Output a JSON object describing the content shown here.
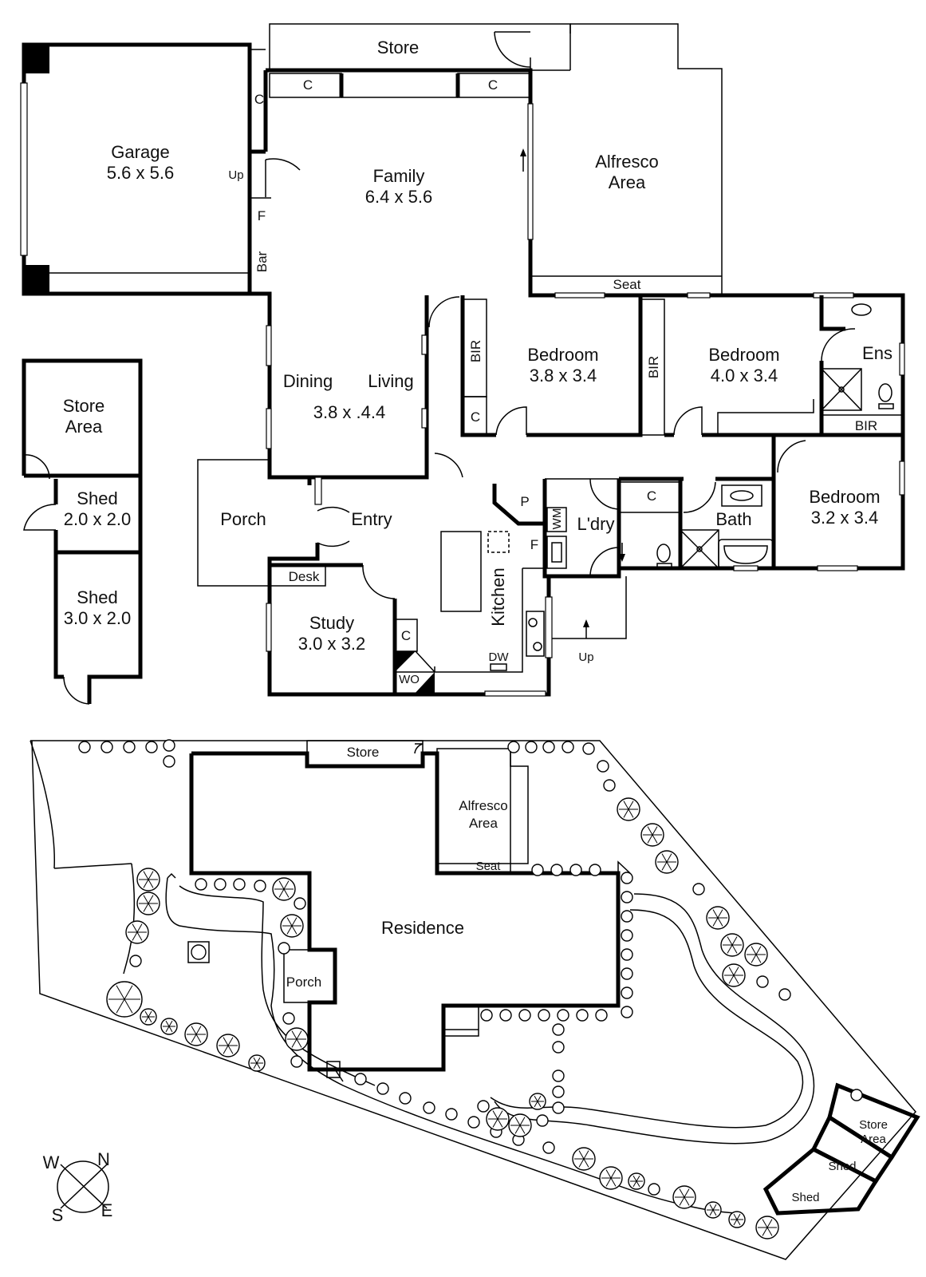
{
  "floor_plan": {
    "rooms": {
      "store_top": "Store",
      "garage_name": "Garage",
      "garage_size": "5.6 x 5.6",
      "family_name": "Family",
      "family_size": "6.4 x 5.6",
      "alfresco_line1": "Alfresco",
      "alfresco_line2": "Area",
      "seat": "Seat",
      "dining": "Dining",
      "living": "Living",
      "dining_living_size": "3.8 x .4.4",
      "bedroom1_name": "Bedroom",
      "bedroom1_size": "3.8 x 3.4",
      "bedroom2_name": "Bedroom",
      "bedroom2_size": "4.0 x 3.4",
      "bedroom3_name": "Bedroom",
      "bedroom3_size": "3.2 x 3.4",
      "ens": "Ens",
      "bir": "BIR",
      "porch": "Porch",
      "entry": "Entry",
      "kitchen": "Kitchen",
      "laundry": "L'dry",
      "bath": "Bath",
      "study_name": "Study",
      "study_size": "3.0 x 3.2",
      "desk": "Desk",
      "wo": "WO",
      "dw": "DW",
      "wm": "WM",
      "pantry": "P",
      "fridge": "F",
      "cupboard": "C",
      "bar": "Bar",
      "up": "Up",
      "store_area_line1": "Store",
      "store_area_line2": "Area",
      "shed1_name": "Shed",
      "shed1_size": "2.0 x 2.0",
      "shed2_name": "Shed",
      "shed2_size": "3.0 x 2.0"
    }
  },
  "site_plan": {
    "store": "Store",
    "alfresco_line1": "Alfresco",
    "alfresco_line2": "Area",
    "seat": "Seat",
    "residence": "Residence",
    "porch": "Porch",
    "store_area_line1": "Store",
    "store_area_line2": "Area",
    "shed_a": "Shed",
    "shed_b": "Shed"
  },
  "compass": {
    "n": "N",
    "e": "E",
    "s": "S",
    "w": "W"
  }
}
